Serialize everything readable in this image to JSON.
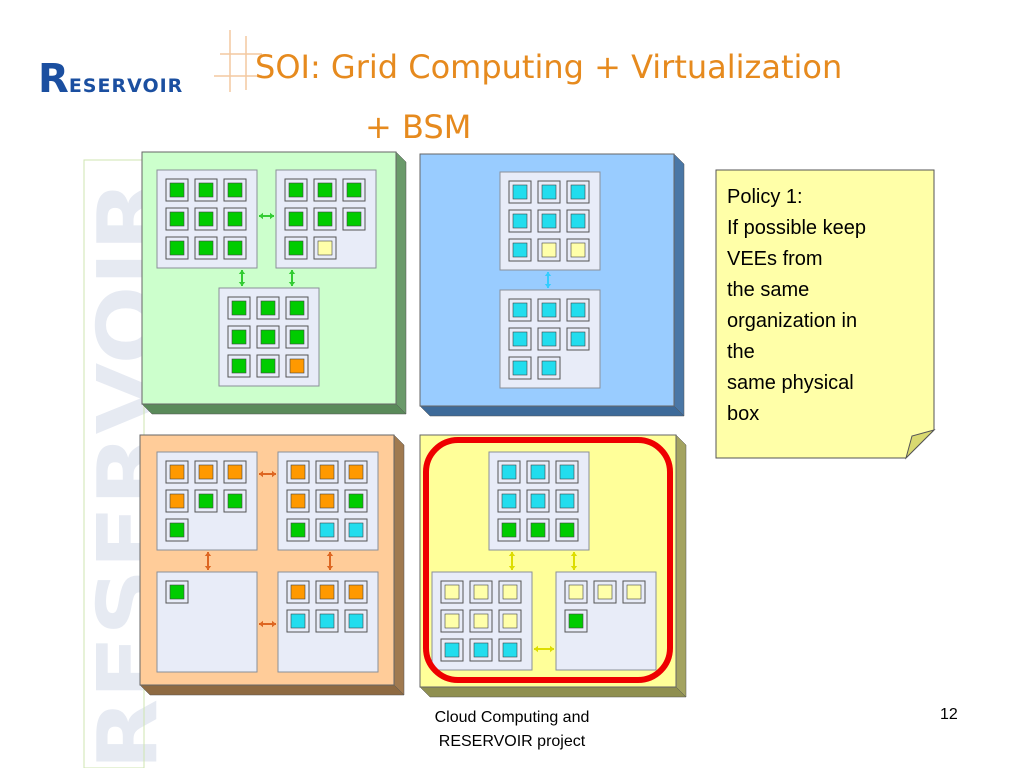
{
  "title": {
    "line1": "SOI: Grid Computing + Virtualization",
    "line2": "+ BSM"
  },
  "logo": {
    "initial": "R",
    "rest": "ESERVOIR"
  },
  "watermark": "RESERVOIR",
  "policy_note": {
    "lines": [
      "Policy 1:",
      "If possible keep",
      "VEEs from",
      "the same",
      "organization in",
      "the",
      "same physical",
      "box"
    ]
  },
  "footer": {
    "line1": "Cloud Computing and",
    "line2": "RESERVOIR project",
    "page_number": "12"
  },
  "colors": {
    "title": "#e68a1e",
    "logo": "#1b4fa0",
    "vee_green": "#00cc00",
    "vee_cyan": "#22ddee",
    "vee_orange": "#ff9900",
    "vee_yellow": "#ffffaa",
    "highlight_ring": "#ee0000",
    "note_fill": "#ffffa8"
  },
  "sites": [
    {
      "name": "site-green",
      "color": "green",
      "hosts": [
        {
          "vees": [
            "green",
            "green",
            "green",
            "green",
            "green",
            "green",
            "green",
            "green",
            "green"
          ]
        },
        {
          "vees": [
            "green",
            "green",
            "green",
            "green",
            "green",
            "green",
            "green",
            "yellow"
          ]
        },
        {
          "vees": [
            "green",
            "green",
            "green",
            "green",
            "green",
            "green",
            "green",
            "green",
            "orange"
          ]
        }
      ]
    },
    {
      "name": "site-blue",
      "color": "blue",
      "hosts": [
        {
          "vees": [
            "cyan",
            "cyan",
            "cyan",
            "cyan",
            "cyan",
            "cyan",
            "cyan",
            "yellow",
            "yellow"
          ]
        },
        {
          "vees": [
            "cyan",
            "cyan",
            "cyan",
            "cyan",
            "cyan",
            "cyan",
            "cyan",
            "cyan"
          ]
        }
      ]
    },
    {
      "name": "site-orange",
      "color": "orange",
      "hosts": [
        {
          "vees": [
            "orange",
            "orange",
            "orange",
            "orange",
            "green",
            "green",
            "green"
          ]
        },
        {
          "vees": [
            "orange",
            "orange",
            "orange",
            "orange",
            "orange",
            "green",
            "green",
            "cyan",
            "cyan"
          ]
        },
        {
          "vees": [
            "green"
          ]
        },
        {
          "vees": [
            "orange",
            "orange",
            "orange",
            "cyan",
            "cyan",
            "cyan"
          ]
        }
      ]
    },
    {
      "name": "site-yellow",
      "color": "yellow",
      "highlighted": true,
      "hosts": [
        {
          "vees": [
            "cyan",
            "cyan",
            "cyan",
            "cyan",
            "cyan",
            "cyan",
            "green",
            "green",
            "green"
          ]
        },
        {
          "vees": [
            "yellow",
            "yellow",
            "yellow",
            "yellow",
            "yellow",
            "yellow",
            "cyan",
            "cyan",
            "cyan"
          ]
        },
        {
          "vees": [
            "yellow",
            "yellow",
            "yellow",
            "green"
          ]
        }
      ]
    }
  ]
}
